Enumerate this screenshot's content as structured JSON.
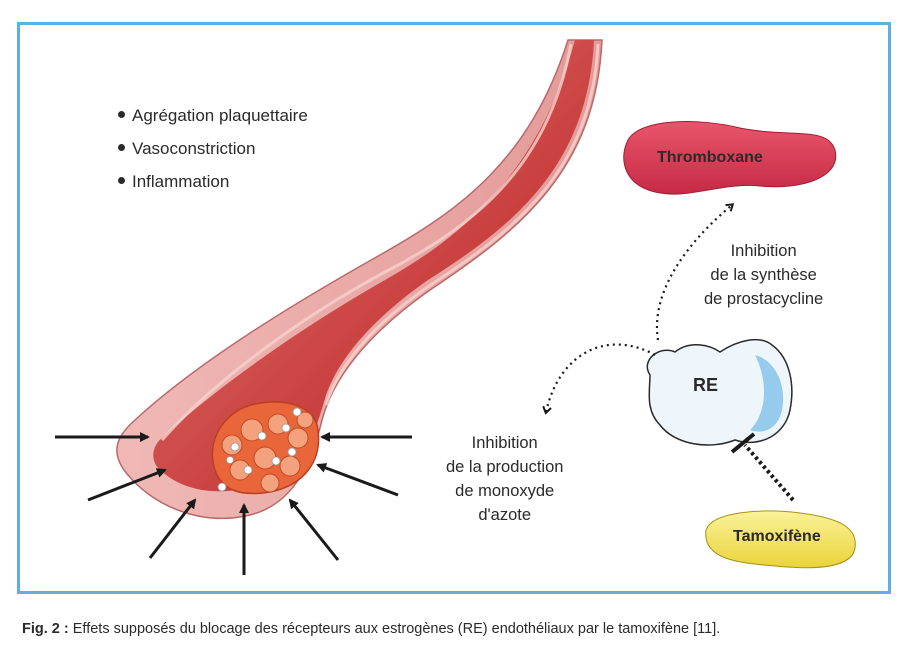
{
  "effects_list": {
    "items": [
      "Agrégation plaquettaire",
      "Vasoconstriction",
      "Inflammation"
    ]
  },
  "thromboxane": {
    "label": "Thromboxane"
  },
  "receptor": {
    "label": "RE"
  },
  "tamoxifen": {
    "label": "Tamoxifène"
  },
  "inhibition_prostacyclin": {
    "lines": [
      "Inhibition",
      "de la synthèse",
      "de prostacycline"
    ]
  },
  "inhibition_no": {
    "lines": [
      "Inhibition",
      "de la production",
      "de monoxyde",
      "d'azote"
    ]
  },
  "caption": {
    "label": "Fig. 2 :",
    "text": " Effets supposés du blocage des récepteurs aux estrogènes (RE) endothéliaux par le tamoxifène [11]."
  },
  "colors": {
    "frame_border": "#5fb0de",
    "thromboxane_fill": "#d9344f",
    "receptor_fill": "#eaf4fb",
    "receptor_accent": "#7fc0ea",
    "tamoxifen_fill": "#f5e65a",
    "vessel_wall": "#e8a4a4",
    "vessel_lumen": "#cc4a4a",
    "plaque": "#e8663a"
  },
  "icons": {
    "arrow": "black-arrow-icon",
    "dotted_arrow": "dotted-arrow-icon",
    "inhibition": "dotted-inhibition-bar-icon"
  }
}
